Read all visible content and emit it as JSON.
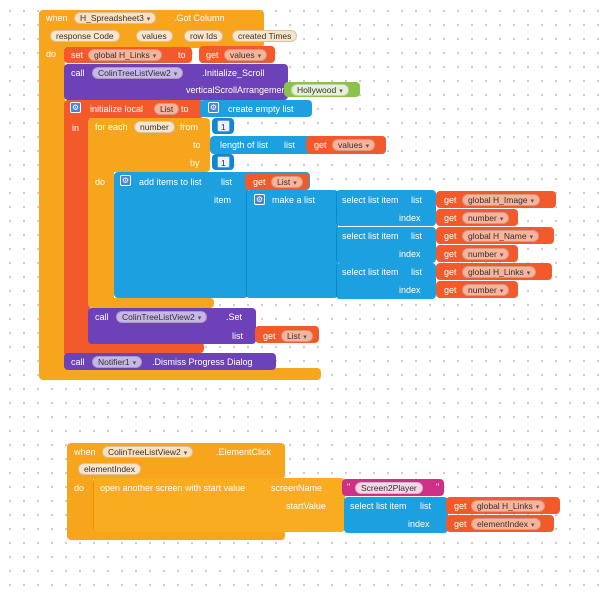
{
  "block1": {
    "when": "when",
    "component": "H_Spreadsheet3",
    "event": ".Got Column",
    "params": [
      "response Code",
      "values",
      "row Ids",
      "created Times"
    ],
    "do": "do",
    "set": "set",
    "global_links": "global H_Links",
    "to": "to",
    "get": "get",
    "values_var": "values",
    "call": "call",
    "tree_component": "ColinTreeListView2",
    "init_scroll": ".Initialize_Scroll",
    "vertical_arrangement": "verticalScrollArrangement",
    "hollywood": "Hollywood",
    "init_local": "initialize local",
    "list_var": "List",
    "create_empty": "create empty list",
    "in": "in",
    "for_each": "for each",
    "number_var": "number",
    "from": "from",
    "from_value": "1",
    "length_of_list": "length of list",
    "list_label": "list",
    "by": "by",
    "by_value": "1",
    "add_items": "add items to list",
    "item": "item",
    "make_a_list": "make a list",
    "select_list_item": "select list item",
    "index": "index",
    "global_image": "global H_Image",
    "global_name": "global H_Name",
    "set_method": ".Set",
    "notifier": "Notifier1",
    "dismiss": ".Dismiss Progress Dialog"
  },
  "block2": {
    "when": "when",
    "component": "ColinTreeListView2",
    "event": ".ElementClick",
    "param": "elementIndex",
    "do": "do",
    "open_screen": "open another screen with start value",
    "screen_name": "screenName",
    "screen_value": "Screen2Player",
    "start_value": "startValue",
    "select_list_item": "select list item",
    "list_label": "list",
    "get": "get",
    "global_links": "global H_Links",
    "index": "index",
    "element_index": "elementIndex"
  },
  "colors": {
    "event": "#f7a51c",
    "variable": "#f25a2b",
    "component_method": "#6d42b8",
    "list": "#1da0e0",
    "text": "#cf2f86",
    "color_block": "#8bc34a"
  }
}
